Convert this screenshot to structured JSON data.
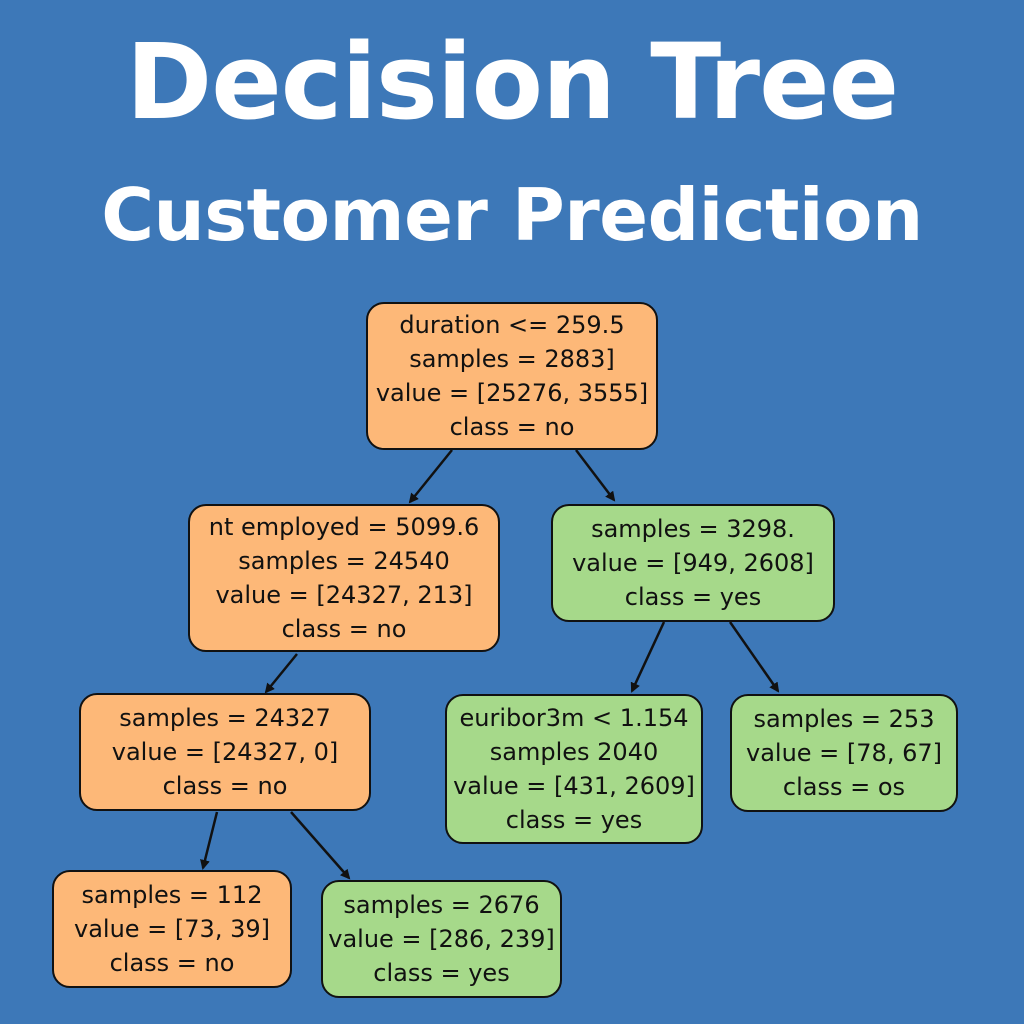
{
  "title": {
    "line1": "Decision Tree",
    "line2": "Customer Prediction"
  },
  "colors": {
    "background": "#3d78b8",
    "class_no": "#fdb878",
    "class_yes": "#a6d98a",
    "border": "#111111"
  },
  "tree": {
    "root": {
      "line1": "duration <= 259.5",
      "line2": "samples = 2883]",
      "line3": "value = [25276, 3555]",
      "line4": "class = no"
    },
    "left": {
      "line1": "nt employed = 5099.6",
      "line2": "samples = 24540",
      "line3": "value = [24327, 213]",
      "line4": "class = no"
    },
    "right": {
      "line1": "samples = 3298.",
      "line2": "value = [949, 2608]",
      "line3": "class = yes"
    },
    "left_left": {
      "line1": "samples = 24327",
      "line2": "value = [24327, 0]",
      "line3": "class = no"
    },
    "right_left": {
      "line1": "euribor3m < 1.154",
      "line2": "samples 2040",
      "line3": "value = [431, 2609]",
      "line4": "class = yes"
    },
    "right_right": {
      "line1": "samples = 253",
      "line2": "value = [78, 67]",
      "line3": "class = os"
    },
    "ll_left": {
      "line1": "samples = 112",
      "line2": "value = [73, 39]",
      "line3": "class = no"
    },
    "ll_right": {
      "line1": "samples = 2676",
      "line2": "value = [286, 239]",
      "line3": "class = yes"
    }
  }
}
